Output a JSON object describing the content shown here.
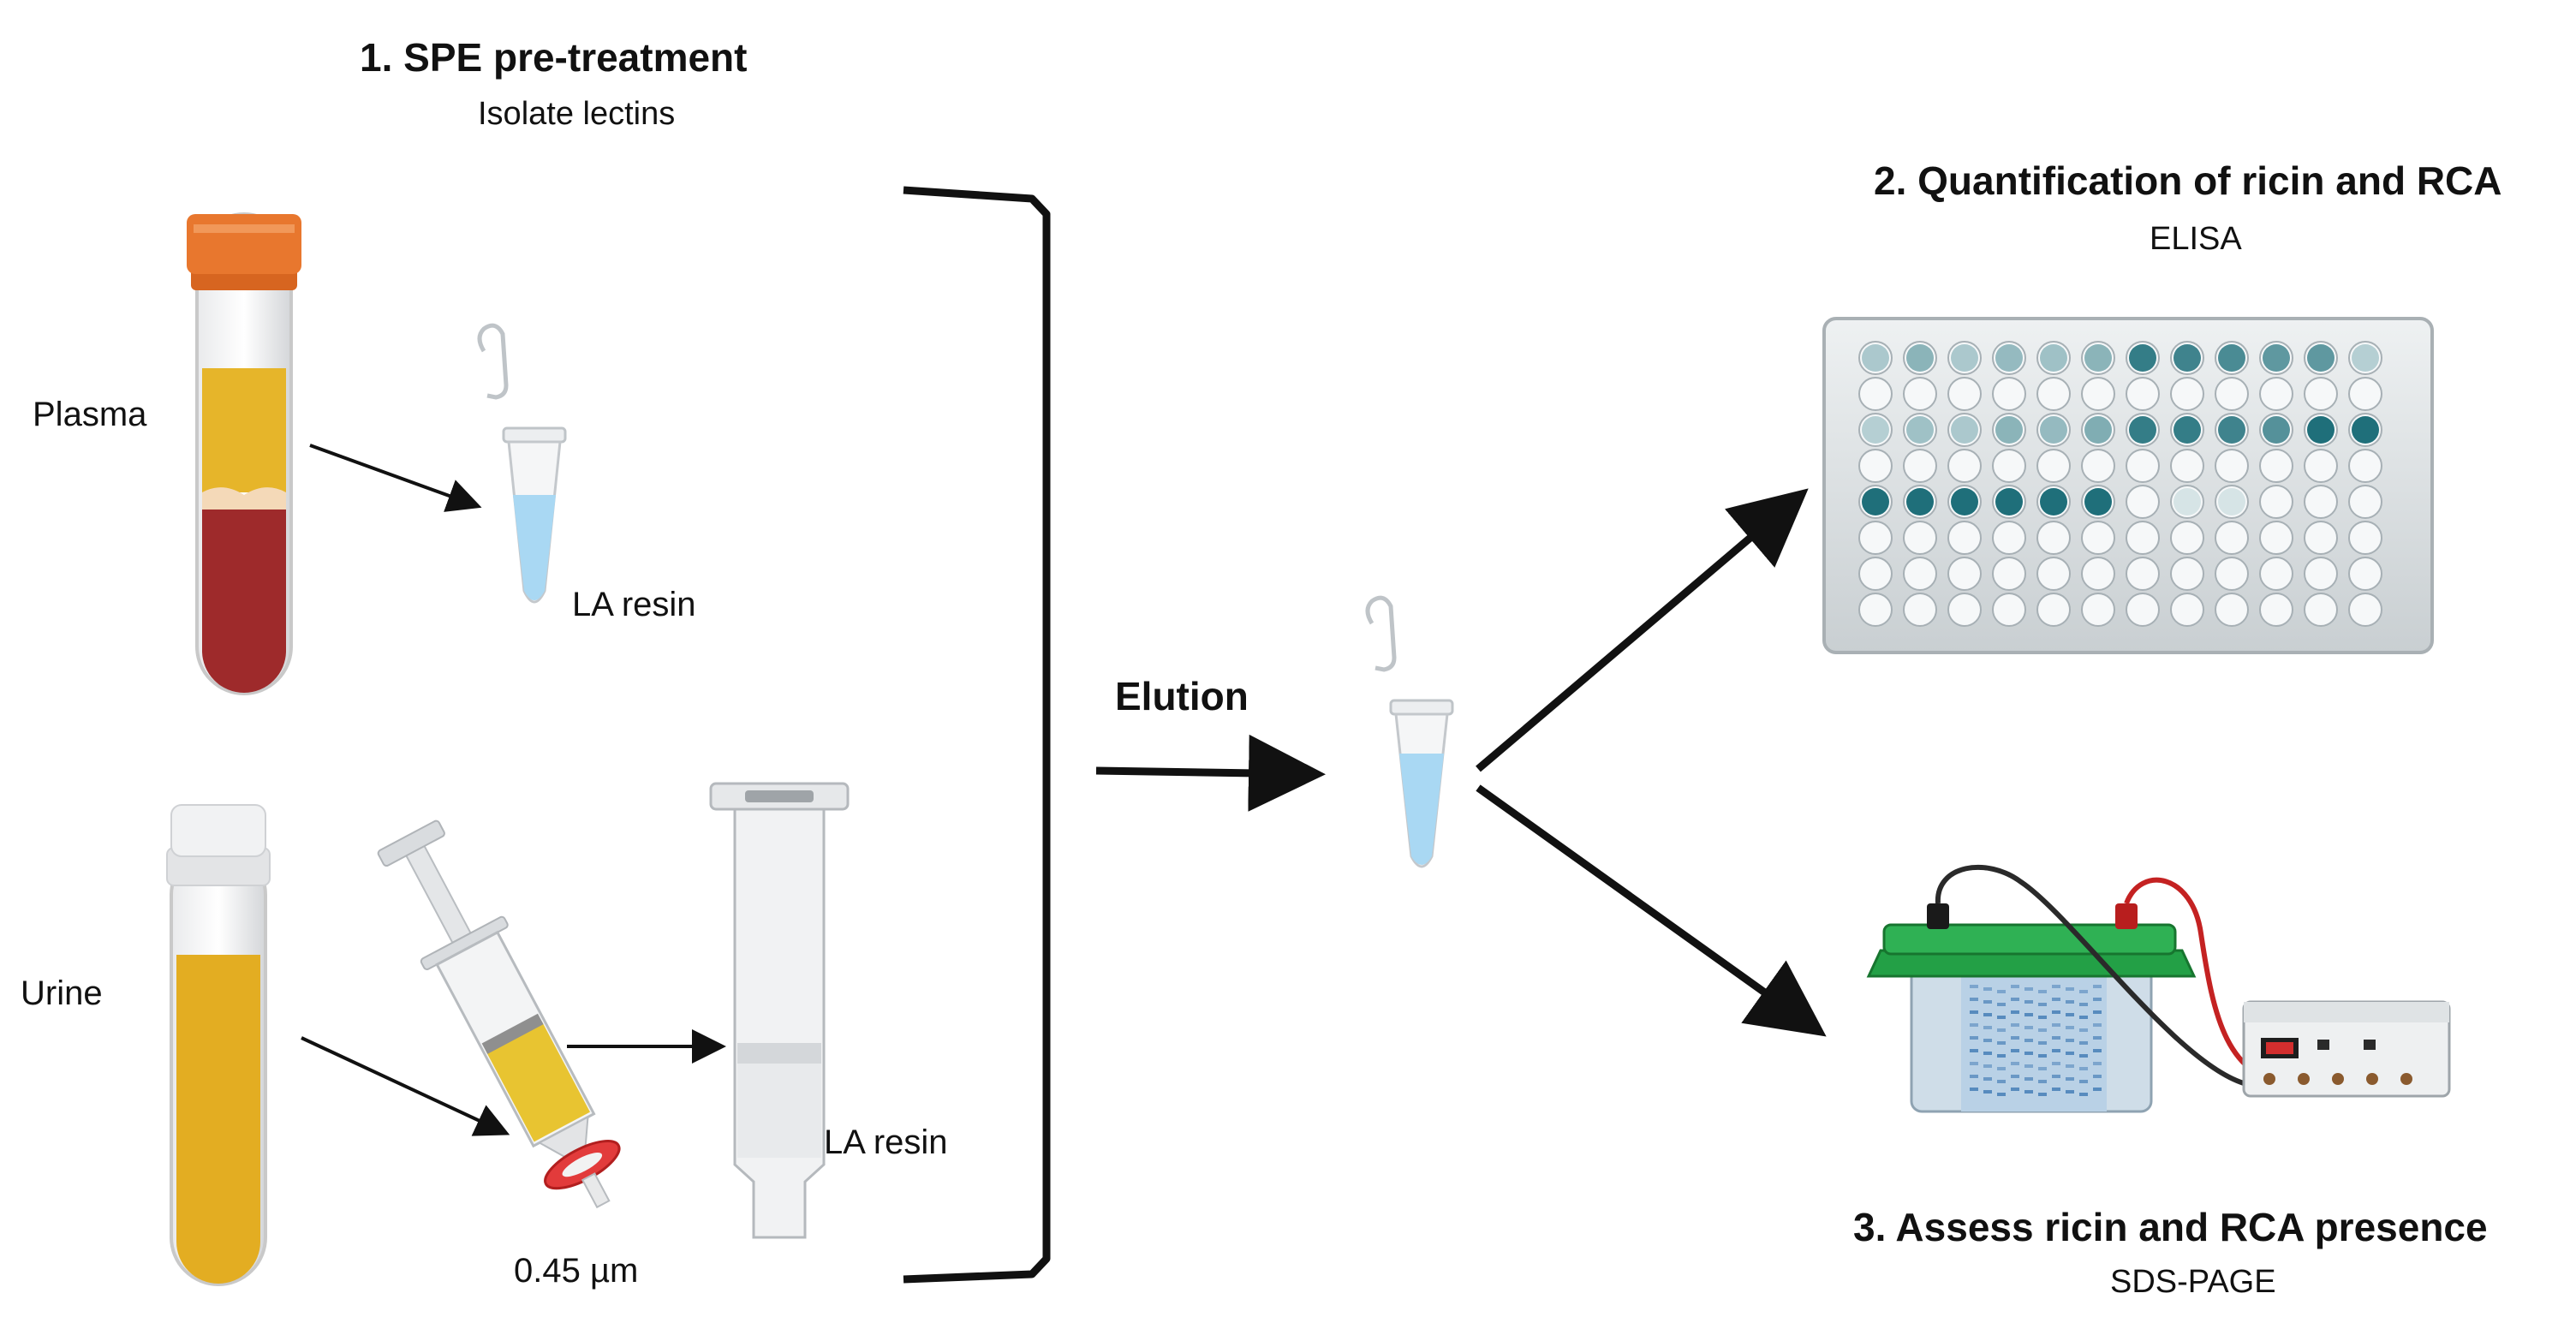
{
  "step1": {
    "title": "1.   SPE pre-treatment",
    "subtitle": "Isolate lectins"
  },
  "step2": {
    "title": "2. Quantification of ricin and RCA",
    "subtitle": "ELISA"
  },
  "step3": {
    "title": "3. Assess ricin and RCA presence",
    "subtitle": "SDS-PAGE"
  },
  "samples": {
    "plasma": "Plasma",
    "urine": "Urine"
  },
  "resin": {
    "tube_label": "LA resin",
    "column_label": "LA resin"
  },
  "filter": {
    "label": "0.45 µm"
  },
  "elution": {
    "label": "Elution"
  },
  "colors": {
    "plasma_yellow": "#e6b52a",
    "blood_red": "#9e2a2b",
    "urine_yellow": "#e3ad22",
    "cap_orange": "#e8772e",
    "resin_blue": "#a9d8f3",
    "well_teal": "#1f6f7a",
    "chamber_green": "#23a046"
  }
}
